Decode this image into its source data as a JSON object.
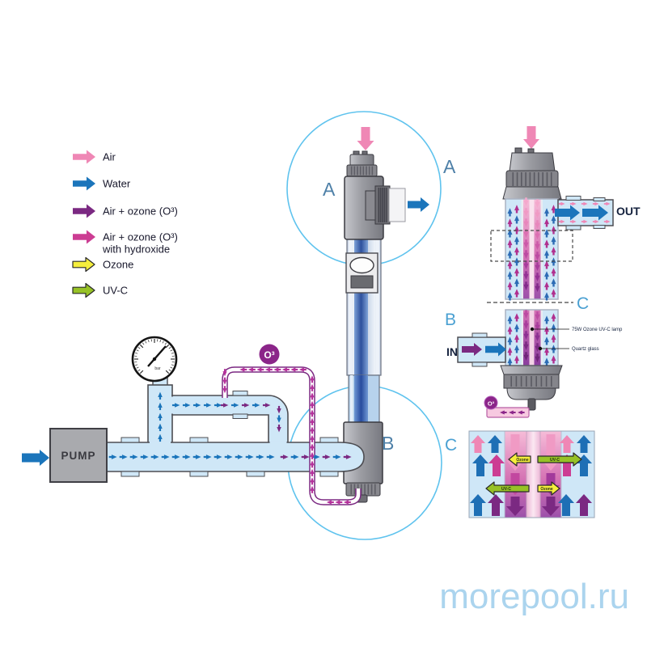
{
  "colors": {
    "air_pink": "#ef87b5",
    "water_blue": "#1b75bb",
    "air_ozone_purple": "#7b2982",
    "air_ozone_hydroxide_magenta": "#cc3d93",
    "ozone_yellow": "#f5ee3c",
    "uvc_green": "#97c226",
    "pipe_fill": "#cfe7f7",
    "circle_outline": "#5fc3ee",
    "watermark_blue": "#abd4ee"
  },
  "legend": {
    "items": [
      {
        "label": "Air",
        "color": "#ef87b5"
      },
      {
        "label": "Water",
        "color": "#1b75bb"
      },
      {
        "label": "Air + ozone (O³)",
        "color": "#7b2982"
      },
      {
        "label": "Air + ozone (O³)",
        "label2": "with hydroxide",
        "color": "#cc3d93"
      },
      {
        "label": "Ozone",
        "color": "#f5ee3c"
      },
      {
        "label": "UV-C",
        "color": "#97c226"
      }
    ]
  },
  "labels": {
    "pump": "PUMP",
    "in": "IN",
    "out": "OUT",
    "section_a_inner": "A",
    "section_a_outer": "A",
    "section_b_inner": "B",
    "detail_b": "B",
    "section_c_cut": "C",
    "detail_c": "C",
    "o3_badge": "O³",
    "o3_badge_small": "O³",
    "gauge_unit": "bar"
  },
  "annotations": {
    "lamp": "75W Ozone UV-C lamp",
    "quartz": "Quartz glass"
  },
  "detail_c_arrows": {
    "ozone_left": "Ozone",
    "uvc_right": "UV-C",
    "uvc_left": "UV-C",
    "ozone_right": "Ozone"
  },
  "watermark": "morepool.ru"
}
